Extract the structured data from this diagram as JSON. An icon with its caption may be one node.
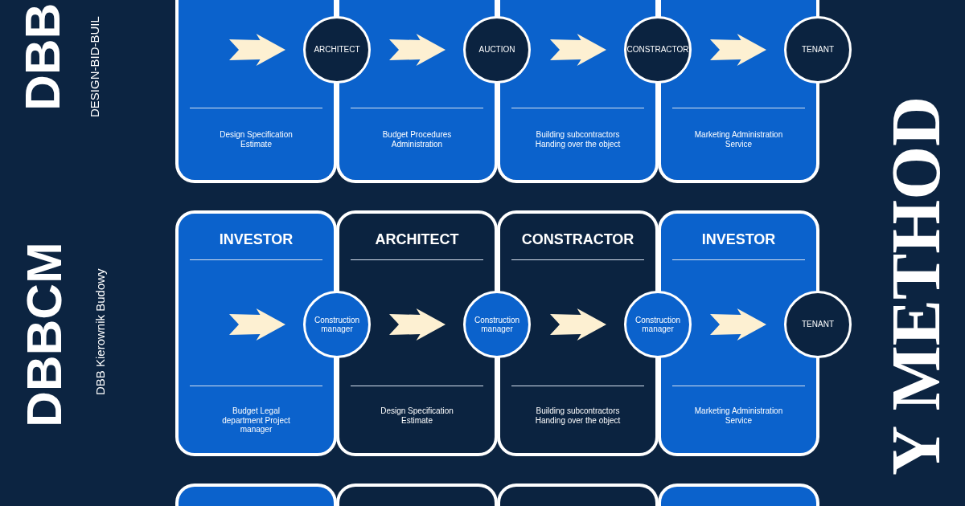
{
  "diagram": {
    "nodes": [
      {
        "text": [
          "Design Specification Estimate"
        ]
      },
      {
        "text": [
          "Budget Procedures Administration"
        ]
      },
      {
        "text": [
          "Building subcontractors Handing over the object"
        ]
      },
      {
        "text": [
          "Marketing Administration Service"
        ]
      },
      {
        "text": [
          "ARCHITECT"
        ]
      },
      {
        "text": [
          "AUCTION"
        ]
      },
      {
        "text": [
          "CONSTRACTOR"
        ]
      },
      {
        "text": [
          "TENANT"
        ]
      },
      {
        "text": [
          "INVESTOR",
          "Budget Legal department Project manager"
        ]
      },
      {
        "text": [
          "ARCHITECT",
          "Design Specification Estimate"
        ]
      },
      {
        "text": [
          "CONSTRACTOR",
          "Building subcontractors Handing over the object"
        ]
      },
      {
        "text": [
          "INVESTOR",
          "Marketing Administration Service"
        ]
      },
      {
        "text": [
          "Construction manager"
        ]
      },
      {
        "text": [
          "Construction manager"
        ]
      },
      {
        "text": [
          "Construction manager"
        ]
      },
      {
        "text": [
          "TENANT"
        ]
      },
      {
        "text": [],
        "shape": "box"
      },
      {
        "text": [],
        "shape": "box"
      },
      {
        "text": [],
        "shape": "box"
      },
      {
        "text": [],
        "shape": "box"
      }
    ],
    "edges": [
      {
        "from": null,
        "to": 4,
        "arrow": "to"
      },
      {
        "from": 4,
        "to": 5,
        "arrow": "to"
      },
      {
        "from": 5,
        "to": 6,
        "arrow": "to"
      },
      {
        "from": 6,
        "to": 7,
        "arrow": "to"
      },
      {
        "from": null,
        "to": 12,
        "arrow": "to"
      },
      {
        "from": 12,
        "to": 13,
        "arrow": "to"
      },
      {
        "from": 13,
        "to": 14,
        "arrow": "to"
      },
      {
        "from": 14,
        "to": 15,
        "arrow": "to"
      }
    ],
    "labels": [
      "DBB",
      "DESIGN-BID-BUIL",
      "DBBCM",
      "DBB Kierownik Budowy",
      "Y METHOD"
    ]
  }
}
